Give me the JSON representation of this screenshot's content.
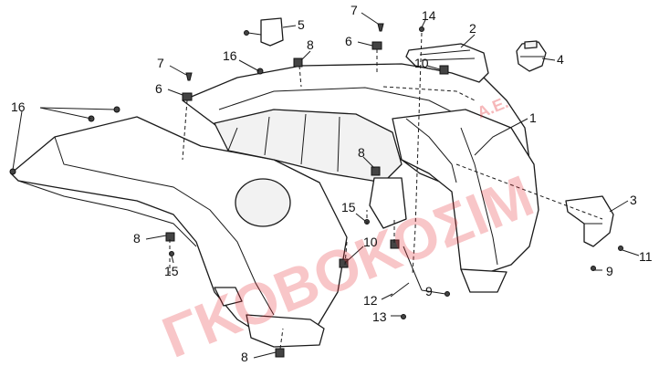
{
  "diagram": {
    "callouts": {
      "c1": "1",
      "c2": "2",
      "c3": "3",
      "c4": "4",
      "c5": "5",
      "c6a": "6",
      "c6b": "6",
      "c7a": "7",
      "c7b": "7",
      "c8a": "8",
      "c8b": "8",
      "c8c": "8",
      "c8d": "8",
      "c9a": "9",
      "c9b": "9",
      "c10a": "10",
      "c10b": "10",
      "c11": "11",
      "c12": "12",
      "c13": "13",
      "c14": "14",
      "c15a": "15",
      "c15b": "15",
      "c16a": "16",
      "c16b": "16"
    },
    "watermark": {
      "main": "ΓΚΟΒΟΚΟΣΙΜ",
      "suffix": "A.E."
    },
    "colors": {
      "line": "#1a1a1a",
      "watermark": "#e5343a",
      "background": "#ffffff"
    }
  }
}
